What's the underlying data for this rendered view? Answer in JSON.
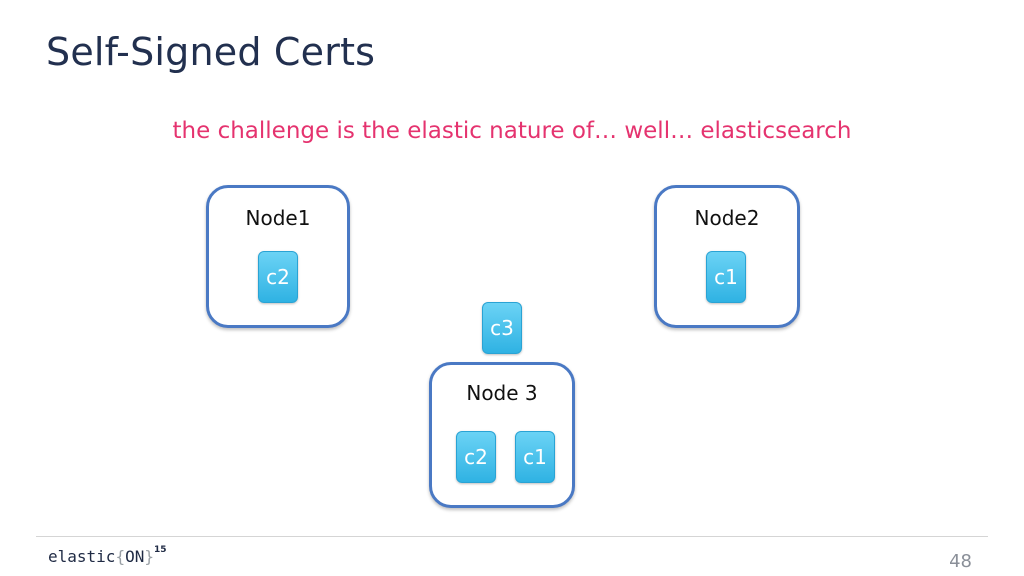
{
  "slide": {
    "title": "Self-Signed Certs",
    "subtitle": "the challenge is the elastic nature of… well… elasticsearch",
    "page_number": "48"
  },
  "nodes": {
    "node1": {
      "label": "Node1",
      "chips": [
        "c2"
      ]
    },
    "node2": {
      "label": "Node2",
      "chips": [
        "c1"
      ]
    },
    "node3": {
      "label": "Node 3",
      "chips": [
        "c2",
        "c1"
      ]
    }
  },
  "floating_chip": "c3",
  "logo": {
    "word": "elastic",
    "open": "{",
    "on": "ON",
    "close": "}",
    "year": "15"
  },
  "colors": {
    "title": "#22304f",
    "subtitle": "#e5336f",
    "node_border": "#4a79c4",
    "chip": "#3dbbea"
  }
}
